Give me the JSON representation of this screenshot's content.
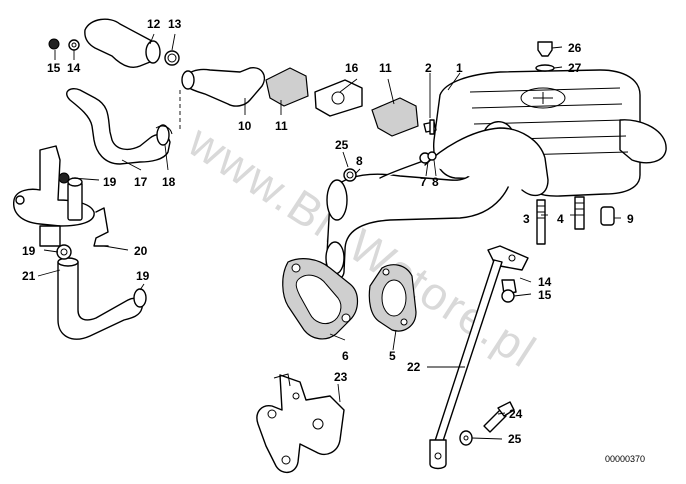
{
  "watermark": "www.BMWstore.pl",
  "reference_number": "00000370",
  "callouts": {
    "c1": "1",
    "c2": "2",
    "c3": "3",
    "c4": "4",
    "c5": "5",
    "c6": "6",
    "c7": "7",
    "c8a": "8",
    "c8b": "8",
    "c9": "9",
    "c10": "10",
    "c11a": "11",
    "c11b": "11",
    "c12": "12",
    "c13": "13",
    "c14a": "14",
    "c14b": "14",
    "c15a": "15",
    "c15b": "15",
    "c16": "16",
    "c17": "17",
    "c18": "18",
    "c19a": "19",
    "c19b": "19",
    "c19c": "19",
    "c20": "20",
    "c21": "21",
    "c22": "22",
    "c23": "23",
    "c24": "24",
    "c25a": "25",
    "c25b": "25",
    "c26": "26",
    "c27": "27"
  }
}
